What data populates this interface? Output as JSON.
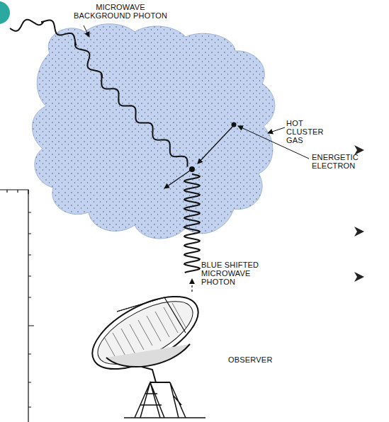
{
  "diagram": {
    "labels": [
      "MICROWAVE BACKGROUND PHOTON",
      "HOT CLUSTER GAS",
      "ENERGETIC ELECTRON",
      "BLUE SHIFTED MICROWAVE PHOTON",
      "OBSERVER"
    ]
  }
}
